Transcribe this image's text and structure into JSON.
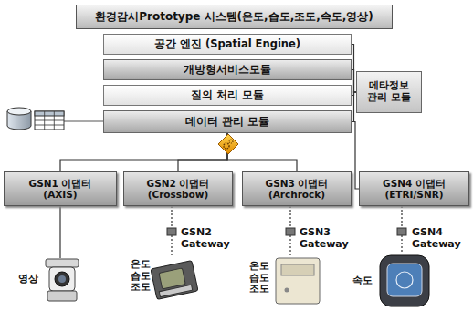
{
  "diagram": {
    "nodes": [
      {
        "text": [
          "환경감시Prototype 시스템(온도,습도,조도,속도,영상)"
        ]
      },
      {
        "text": [
          "공간 엔진 (Spatial Engine)"
        ]
      },
      {
        "text": [
          "개방형서비스모듈"
        ]
      },
      {
        "text": [
          "질의 처리 모듈"
        ]
      },
      {
        "text": [
          "데이터 관리 모듈"
        ]
      },
      {
        "text": [
          "메타정보 관리 모듈"
        ]
      },
      {
        "text": [
          "GSN1 이댑터",
          "(AXIS)"
        ]
      },
      {
        "text": [
          "GSN2 이댑터",
          "(Crossbow)"
        ]
      },
      {
        "text": [
          "GSN3 이댑터",
          "(Archrock)"
        ]
      },
      {
        "text": [
          "GSN4 이댑터",
          "(ETRI/SNR)"
        ]
      }
    ],
    "edges": [
      {
        "from": 5,
        "to": 1,
        "arrow": "none"
      },
      {
        "from": 5,
        "to": 2,
        "arrow": "none"
      },
      {
        "from": 5,
        "to": 3,
        "arrow": "none"
      },
      {
        "from": 5,
        "to": 4,
        "arrow": "none"
      },
      {
        "from": 4,
        "to": 6,
        "arrow": "none"
      },
      {
        "from": 4,
        "to": 7,
        "arrow": "none"
      },
      {
        "from": 4,
        "to": 8,
        "arrow": "none"
      },
      {
        "from": 4,
        "to": 9,
        "arrow": "none"
      }
    ],
    "labels": [
      "GSN2 Gateway",
      "GSN3 Gateway",
      "GSN4 Gateway",
      "영상",
      "온도 습도 조도",
      "온도 습도 조도",
      "속도"
    ]
  }
}
